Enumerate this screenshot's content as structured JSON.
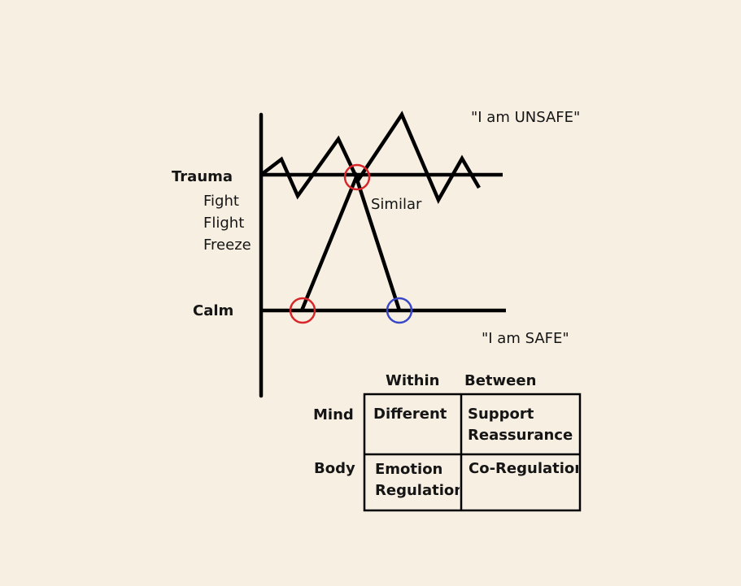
{
  "labels": {
    "trauma": "Trauma",
    "responses": [
      "Fight",
      "Flight",
      "Freeze"
    ],
    "calm": "Calm",
    "similar": "Similar",
    "unsafe_quote": "\"I am UNSAFE\"",
    "safe_quote": "\"I am SAFE\""
  },
  "table": {
    "col_headers": [
      "Within",
      "Between"
    ],
    "row_headers": [
      "Mind",
      "Body"
    ],
    "cells": {
      "mind_within": [
        "Different"
      ],
      "mind_between": [
        "Support",
        "Reassurance"
      ],
      "body_within": [
        "Emotion",
        "Regulation"
      ],
      "body_between": [
        "Co-Regulation"
      ]
    }
  },
  "markers": {
    "calm_red_circle_color": "#d8262b",
    "trauma_red_circle_color": "#d8262b",
    "calm_blue_circle_color": "#3a48c8",
    "line_color": "#000000",
    "background_color": "#f7efe2"
  }
}
